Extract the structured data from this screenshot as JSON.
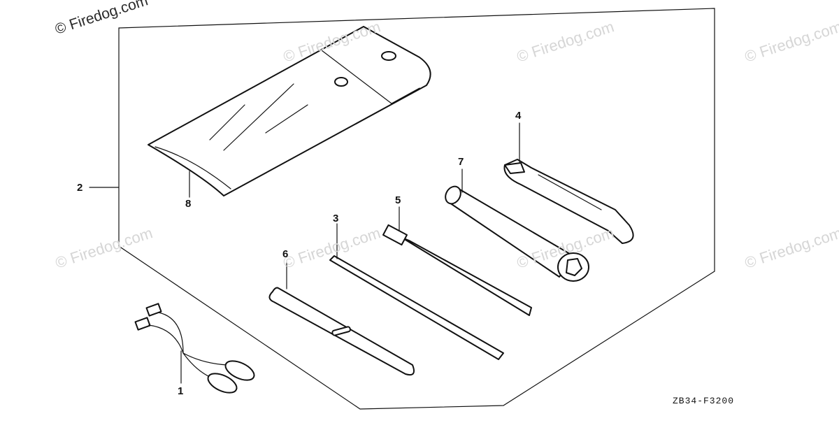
{
  "watermark": {
    "main": "© Firedog.com",
    "repeat": "© Firedog.com"
  },
  "callouts": {
    "c1": "1",
    "c2": "2",
    "c3": "3",
    "c4": "4",
    "c5": "5",
    "c6": "6",
    "c7": "7",
    "c8": "8"
  },
  "diagram_code": "ZB34-F3200"
}
